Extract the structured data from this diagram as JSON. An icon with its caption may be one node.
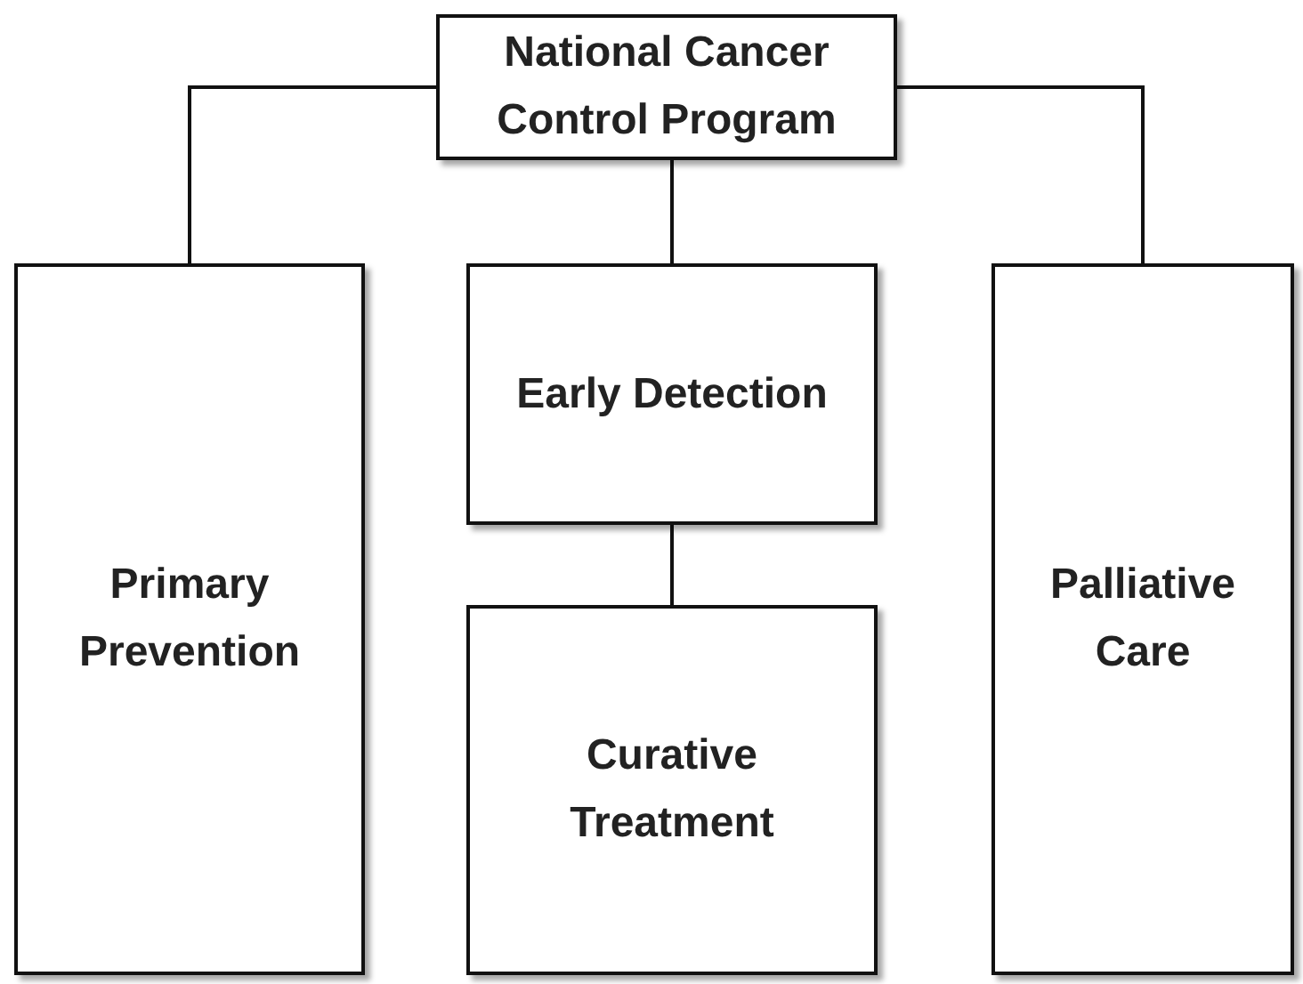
{
  "diagram": {
    "nodes": [
      {
        "text": [
          "National Cancer Control Program"
        ]
      },
      {
        "text": [
          "Primary Prevention"
        ]
      },
      {
        "text": [
          "Early Detection"
        ]
      },
      {
        "text": [
          "Curative Treatment"
        ]
      },
      {
        "text": [
          "Palliative Care"
        ]
      }
    ],
    "edges": [
      {
        "from": 0,
        "to": 1,
        "arrow": "none"
      },
      {
        "from": 0,
        "to": 2,
        "arrow": "none"
      },
      {
        "from": 0,
        "to": 4,
        "arrow": "none"
      },
      {
        "from": 2,
        "to": 3,
        "arrow": "none"
      }
    ]
  }
}
